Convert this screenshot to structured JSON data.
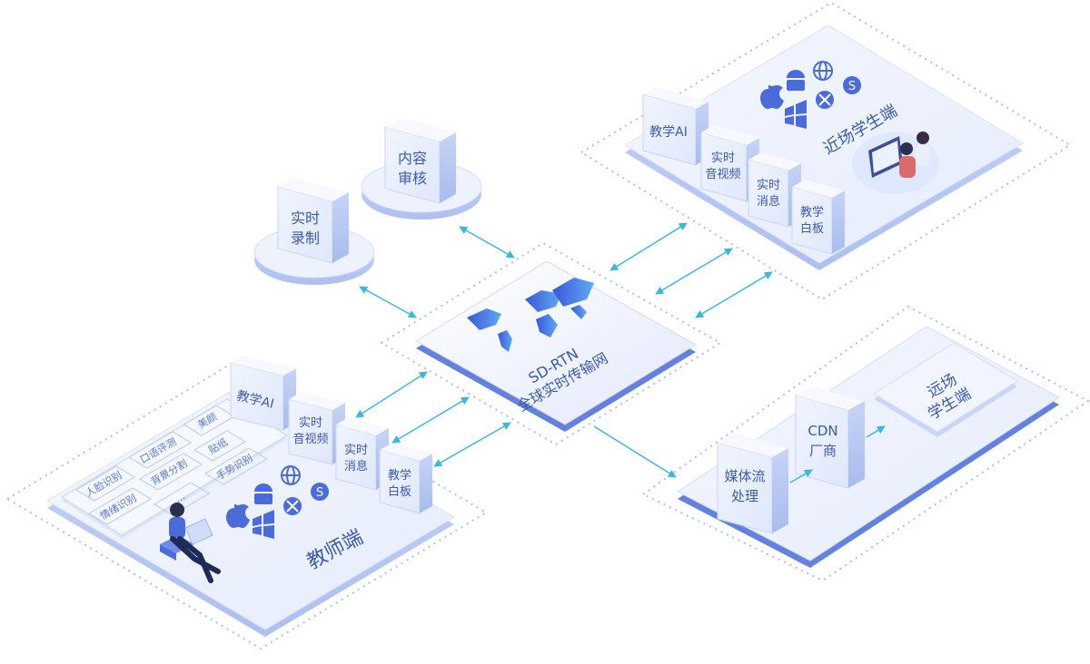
{
  "center": {
    "line1": "SD-RTN",
    "line2": "全球实时传输网"
  },
  "cloud_services": {
    "record": [
      "实时",
      "录制"
    ],
    "review": [
      "内容",
      "审核"
    ]
  },
  "teacher": {
    "title": "教师端",
    "modules": {
      "ai": [
        "教学AI"
      ],
      "av": [
        "实时",
        "音视频"
      ],
      "msg": [
        "实时",
        "消息"
      ],
      "board": [
        "教学",
        "白板"
      ]
    },
    "ai_tags": [
      "美颜",
      "口语评测",
      "贴纸",
      "人脸识别",
      "背景分割",
      "手势识别",
      "情绪识别",
      "..."
    ]
  },
  "student_near": {
    "title": "近场学生端",
    "modules": {
      "ai": [
        "教学AI"
      ],
      "av": [
        "实时",
        "音视频"
      ],
      "msg": [
        "实时",
        "消息"
      ],
      "board": [
        "教学",
        "白板"
      ]
    }
  },
  "student_far": {
    "media": [
      "媒体流",
      "处理"
    ],
    "cdn": [
      "CDN",
      "厂商"
    ],
    "terminal": [
      "远场",
      "学生端"
    ]
  },
  "colors": {
    "primary": "#4a6bd8",
    "arrow": "#3fb6e0",
    "text": "#3d5aa8",
    "platform": "#eef2fd",
    "dotted": "#a9bff0"
  },
  "icons": [
    "apple-icon",
    "android-icon",
    "windows-icon",
    "web-icon",
    "linux-x-icon",
    "s-icon"
  ]
}
